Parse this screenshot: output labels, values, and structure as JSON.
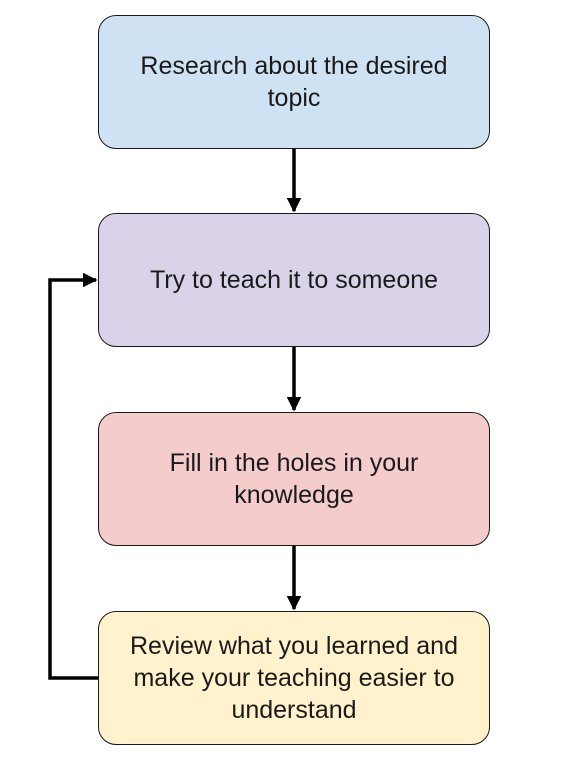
{
  "diagram": {
    "nodes": [
      {
        "id": "research",
        "label": "Research about the desired\ntopic",
        "color": "#cfe2f3"
      },
      {
        "id": "teach",
        "label": "Try to teach it to someone",
        "color": "#d9d2e9"
      },
      {
        "id": "fill-holes",
        "label": "Fill in the holes in your\nknowledge",
        "color": "#f4cccc"
      },
      {
        "id": "review",
        "label": "Review what you learned and\nmake your teaching easier to\nunderstand",
        "color": "#fff2cc"
      }
    ],
    "edges": [
      {
        "from": "research",
        "to": "teach"
      },
      {
        "from": "teach",
        "to": "fill-holes"
      },
      {
        "from": "fill-holes",
        "to": "review"
      },
      {
        "from": "review",
        "to": "teach",
        "type": "loop-back"
      }
    ],
    "line_color": "#000000"
  }
}
